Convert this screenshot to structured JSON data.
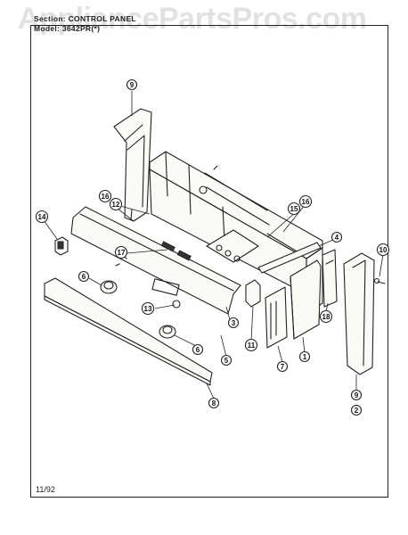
{
  "watermark": "AppliancePartsPros.com",
  "header": {
    "section_line": "Section: CONTROL PANEL",
    "model_line": "Model: 3642PR(*)"
  },
  "footer": {
    "date_code": "11/92"
  },
  "callouts": [
    {
      "id": "c9a",
      "label": "9"
    },
    {
      "id": "c16a",
      "label": "16"
    },
    {
      "id": "c12",
      "label": "12"
    },
    {
      "id": "c15",
      "label": "15"
    },
    {
      "id": "c16b",
      "label": "16"
    },
    {
      "id": "c14",
      "label": "14"
    },
    {
      "id": "c17",
      "label": "17"
    },
    {
      "id": "c4",
      "label": "4"
    },
    {
      "id": "c10",
      "label": "10"
    },
    {
      "id": "c6a",
      "label": "6"
    },
    {
      "id": "c13",
      "label": "13"
    },
    {
      "id": "c18",
      "label": "18"
    },
    {
      "id": "c3",
      "label": "3"
    },
    {
      "id": "c11",
      "label": "11"
    },
    {
      "id": "c6b",
      "label": "6"
    },
    {
      "id": "c5",
      "label": "5"
    },
    {
      "id": "c7",
      "label": "7"
    },
    {
      "id": "c1",
      "label": "1"
    },
    {
      "id": "c8a",
      "label": "8"
    },
    {
      "id": "c9b",
      "label": "9"
    },
    {
      "id": "c2",
      "label": "2"
    }
  ]
}
